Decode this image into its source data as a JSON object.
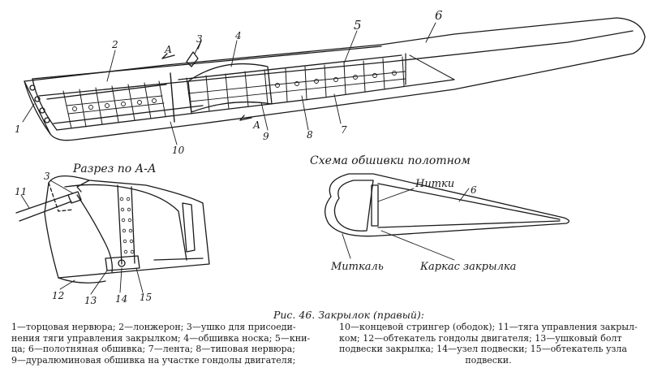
{
  "callouts": {
    "n1": "1",
    "n2": "2",
    "n3": "3",
    "n4": "4",
    "n5": "5",
    "n6": "6",
    "n7": "7",
    "n8": "8",
    "n9": "9",
    "n10": "10",
    "n11": "11",
    "n12": "12",
    "n13": "13",
    "n14": "14",
    "n15": "15",
    "section_mark_top": "А",
    "section_mark_bottom": "А"
  },
  "section_view": {
    "title": "Разрез по А-А",
    "n3": "3"
  },
  "covering_scheme": {
    "title": "Схема обшивки полотном",
    "threads": "Нитки",
    "cloth": "Миткаль",
    "frame": "Каркас закрылка",
    "n6": "6"
  },
  "caption": {
    "title": "Рис. 46. Закрылок (правый):",
    "left_lines": [
      "1—торцовая нервюра; 2—лонжерон; 3—ушко для присоеди-",
      "нения тяги управления закрылком; 4—обшивка носка; 5—кни-",
      "ца; 6—полотняная обшивка; 7—лента; 8—типовая нервюра;",
      "9—дуралюминовая обшивка на участке гондолы двигателя;"
    ],
    "right_lines": [
      "10—концевой стрингер (ободок); 11—тяга управления закрыл-",
      "ком; 12—обтекатель гондолы двигателя; 13—ушковый болт",
      "подвески закрылка; 14—узел подвески; 15—обтекатель узла",
      "подвески."
    ]
  }
}
